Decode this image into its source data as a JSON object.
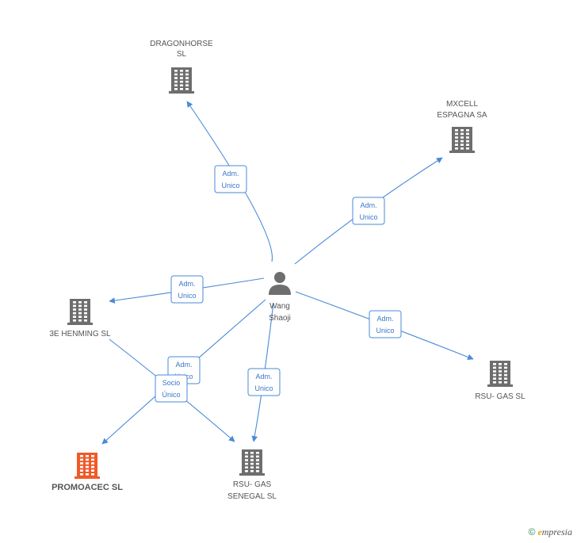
{
  "colors": {
    "edge": "#4a8ad8",
    "company": "#6e6e6e",
    "highlight": "#f05a28",
    "person": "#6e6e6e"
  },
  "person": {
    "name": [
      "Wang",
      "Shaoji"
    ],
    "icon": "person-icon"
  },
  "companies": [
    {
      "id": "dragonhorse",
      "lines": [
        "DRAGONHORSE",
        "SL"
      ],
      "icon": "building-icon",
      "highlight": false
    },
    {
      "id": "mxcell",
      "lines": [
        "MXCELL",
        "ESPAGNA SA"
      ],
      "icon": "building-icon",
      "highlight": false
    },
    {
      "id": "3ehenming",
      "lines": [
        "3E HENMING SL"
      ],
      "icon": "building-icon",
      "highlight": false
    },
    {
      "id": "rsugas",
      "lines": [
        "RSU- GAS SL"
      ],
      "icon": "building-icon",
      "highlight": false
    },
    {
      "id": "rsugassenegal",
      "lines": [
        "RSU- GAS",
        "SENEGAL SL"
      ],
      "icon": "building-icon",
      "highlight": false
    },
    {
      "id": "promoacec",
      "lines": [
        "PROMOACEC SL"
      ],
      "icon": "building-icon",
      "highlight": true
    }
  ],
  "edges": [
    {
      "from": "person",
      "to": "dragonhorse",
      "label": [
        "Adm.",
        "Unico"
      ]
    },
    {
      "from": "person",
      "to": "mxcell",
      "label": [
        "Adm.",
        "Unico"
      ]
    },
    {
      "from": "person",
      "to": "3ehenming",
      "label": [
        "Adm.",
        "Unico"
      ]
    },
    {
      "from": "person",
      "to": "rsugas",
      "label": [
        "Adm.",
        "Unico"
      ]
    },
    {
      "from": "person",
      "to": "rsugassenegal",
      "label": [
        "Adm.",
        "Unico"
      ]
    },
    {
      "from": "person",
      "to": "promoacec",
      "label": [
        "Adm.",
        "Unico"
      ]
    },
    {
      "from": "3ehenming",
      "to": "rsugassenegal",
      "label": [
        "Socio",
        "Único"
      ]
    }
  ],
  "footer": {
    "copyright": "©",
    "brand_initial": "e",
    "brand_rest": "mpresia"
  }
}
